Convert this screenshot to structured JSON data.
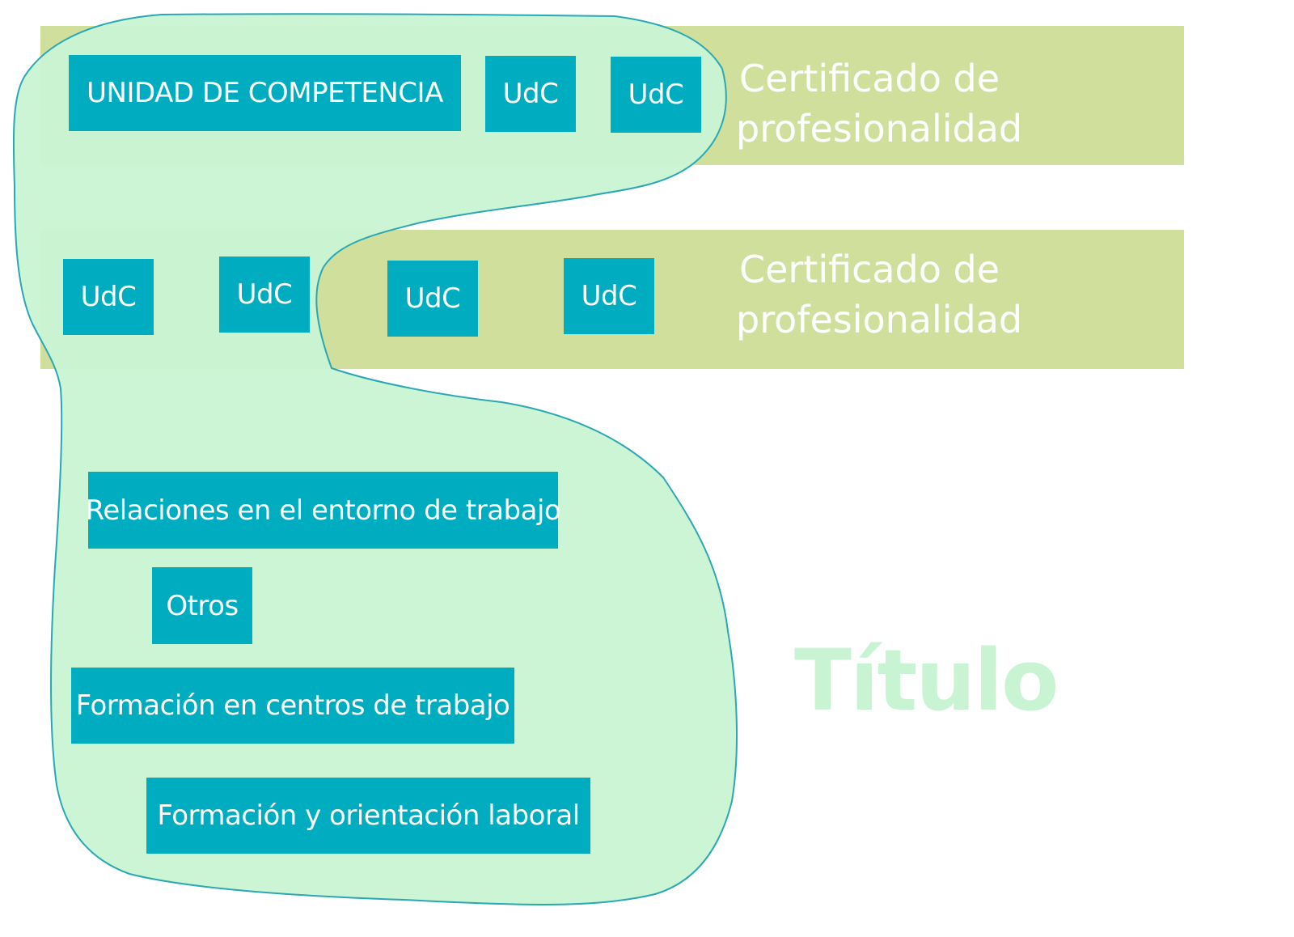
{
  "colors": {
    "bar": "#d0e09c",
    "box": "#00acbf",
    "blob_fill": "#c9f4d4",
    "blob_stroke": "#2aa7b4",
    "title": "#c8f4d4"
  },
  "certificates": [
    {
      "label": "Certificado de profesionalidad"
    },
    {
      "label": "Certificado de profesionalidad"
    }
  ],
  "boxes": {
    "unidad": "UNIDAD DE COMPETENCIA",
    "udc1": "UdC",
    "udc2": "UdC",
    "udc3": "UdC",
    "udc4": "UdC",
    "udc5": "UdC",
    "udc6": "UdC",
    "relaciones": "Relaciones en el entorno de trabajo",
    "otros": "Otros",
    "fct": "Formación en centros de trabajo",
    "fol": "Formación y orientación laboral"
  },
  "title": "Título"
}
